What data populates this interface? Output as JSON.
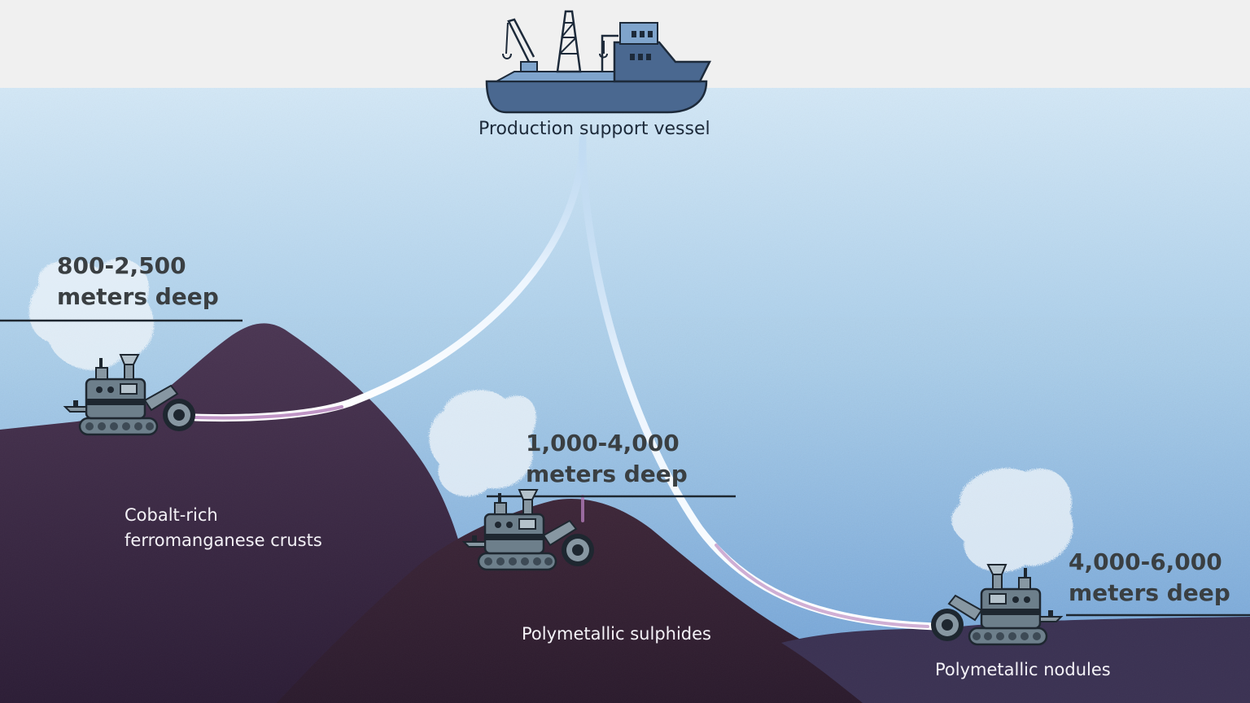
{
  "vessel": {
    "label": "Production support vessel"
  },
  "sites": [
    {
      "id": "crusts",
      "depth_lines": [
        "800-2,500",
        "meters deep"
      ],
      "deposit_lines": [
        "Cobalt-rich",
        "ferromanganese crusts"
      ]
    },
    {
      "id": "sulphides",
      "depth_lines": [
        "1,000-4,000",
        "meters deep"
      ],
      "deposit_lines": [
        "Polymetallic sulphides"
      ]
    },
    {
      "id": "nodules",
      "depth_lines": [
        "4,000-6,000",
        "meters deep"
      ],
      "deposit_lines": [
        "Polymetallic nodules"
      ]
    }
  ],
  "colors": {
    "sky": "#f0f0f0",
    "water_top": "#cfe4f5",
    "water_mid": "#a3c8ea",
    "water_bottom": "#6fa4d9",
    "seabed": "#3b2a4a",
    "seabed_dark": "#2a1b33",
    "riser": "#eaf4ff",
    "riser_inner": "#b07ab8",
    "vessel_hull": "#4a6890",
    "vessel_dark": "#233044",
    "collector_body": "#5d6e7c",
    "sediment_plume": "#e8f1f8"
  },
  "icons": {
    "vessel": "ship-icon",
    "collector": "seabed-mining-collector-icon",
    "plume": "sediment-plume-icon"
  }
}
